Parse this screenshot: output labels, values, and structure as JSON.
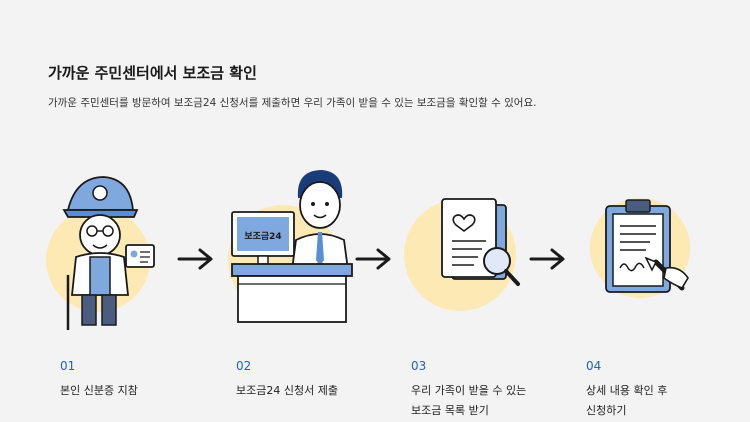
{
  "section": {
    "title": "가까운 주민센터에서 보조금 확인",
    "description": "가까운 주민센터를 방문하여 보조금24 신청서를 제출하면 우리 가족이 받을 수 있는 보조금을 확인할 수 있어요."
  },
  "steps": [
    {
      "number": "01",
      "label_lines": [
        "본인 신분증 지참"
      ],
      "icon": "elderly-man-with-id-card-icon"
    },
    {
      "number": "02",
      "label_lines": [
        "보조금24 신청서 제출"
      ],
      "icon": "clerk-at-desk-with-monitor-icon",
      "monitor_text": "보조금24"
    },
    {
      "number": "03",
      "label_lines": [
        "우리 가족이 받을 수 있는",
        "보조금 목록 받기"
      ],
      "icon": "document-with-magnifier-icon"
    },
    {
      "number": "04",
      "label_lines": [
        "상세 내용 확인 후",
        "신청하기"
      ],
      "icon": "clipboard-with-pen-signing-icon"
    }
  ],
  "colors": {
    "background": "#f3f3f3",
    "accent_blue": "#1b63c4",
    "circle_yellow": "#fde9b3",
    "text": "#222222"
  }
}
